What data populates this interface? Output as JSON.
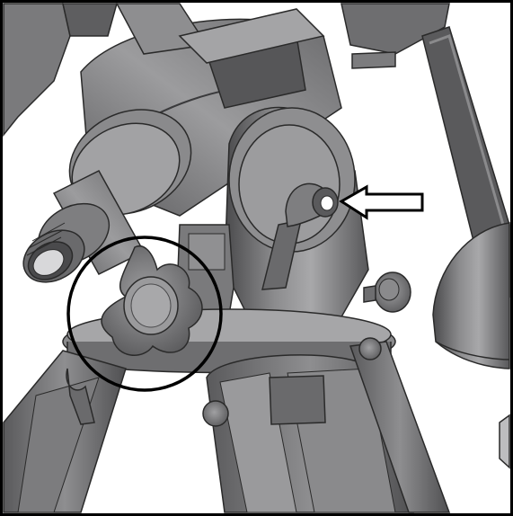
{
  "figure": {
    "subject": "telescope-equatorial-mount-3d-render",
    "colors": {
      "frame": "#000000",
      "background": "#ffffff",
      "body_light": "#9a9a9c",
      "body_mid": "#6e6e70",
      "body_dark": "#3c3c3e",
      "highlight": "#c4c4c6"
    },
    "callouts": [
      {
        "type": "arrow",
        "points_to": "latitude-lock-lever",
        "style": "outline"
      },
      {
        "type": "circle",
        "points_to": "azimuth-lock-knob",
        "style": "outline"
      }
    ]
  }
}
